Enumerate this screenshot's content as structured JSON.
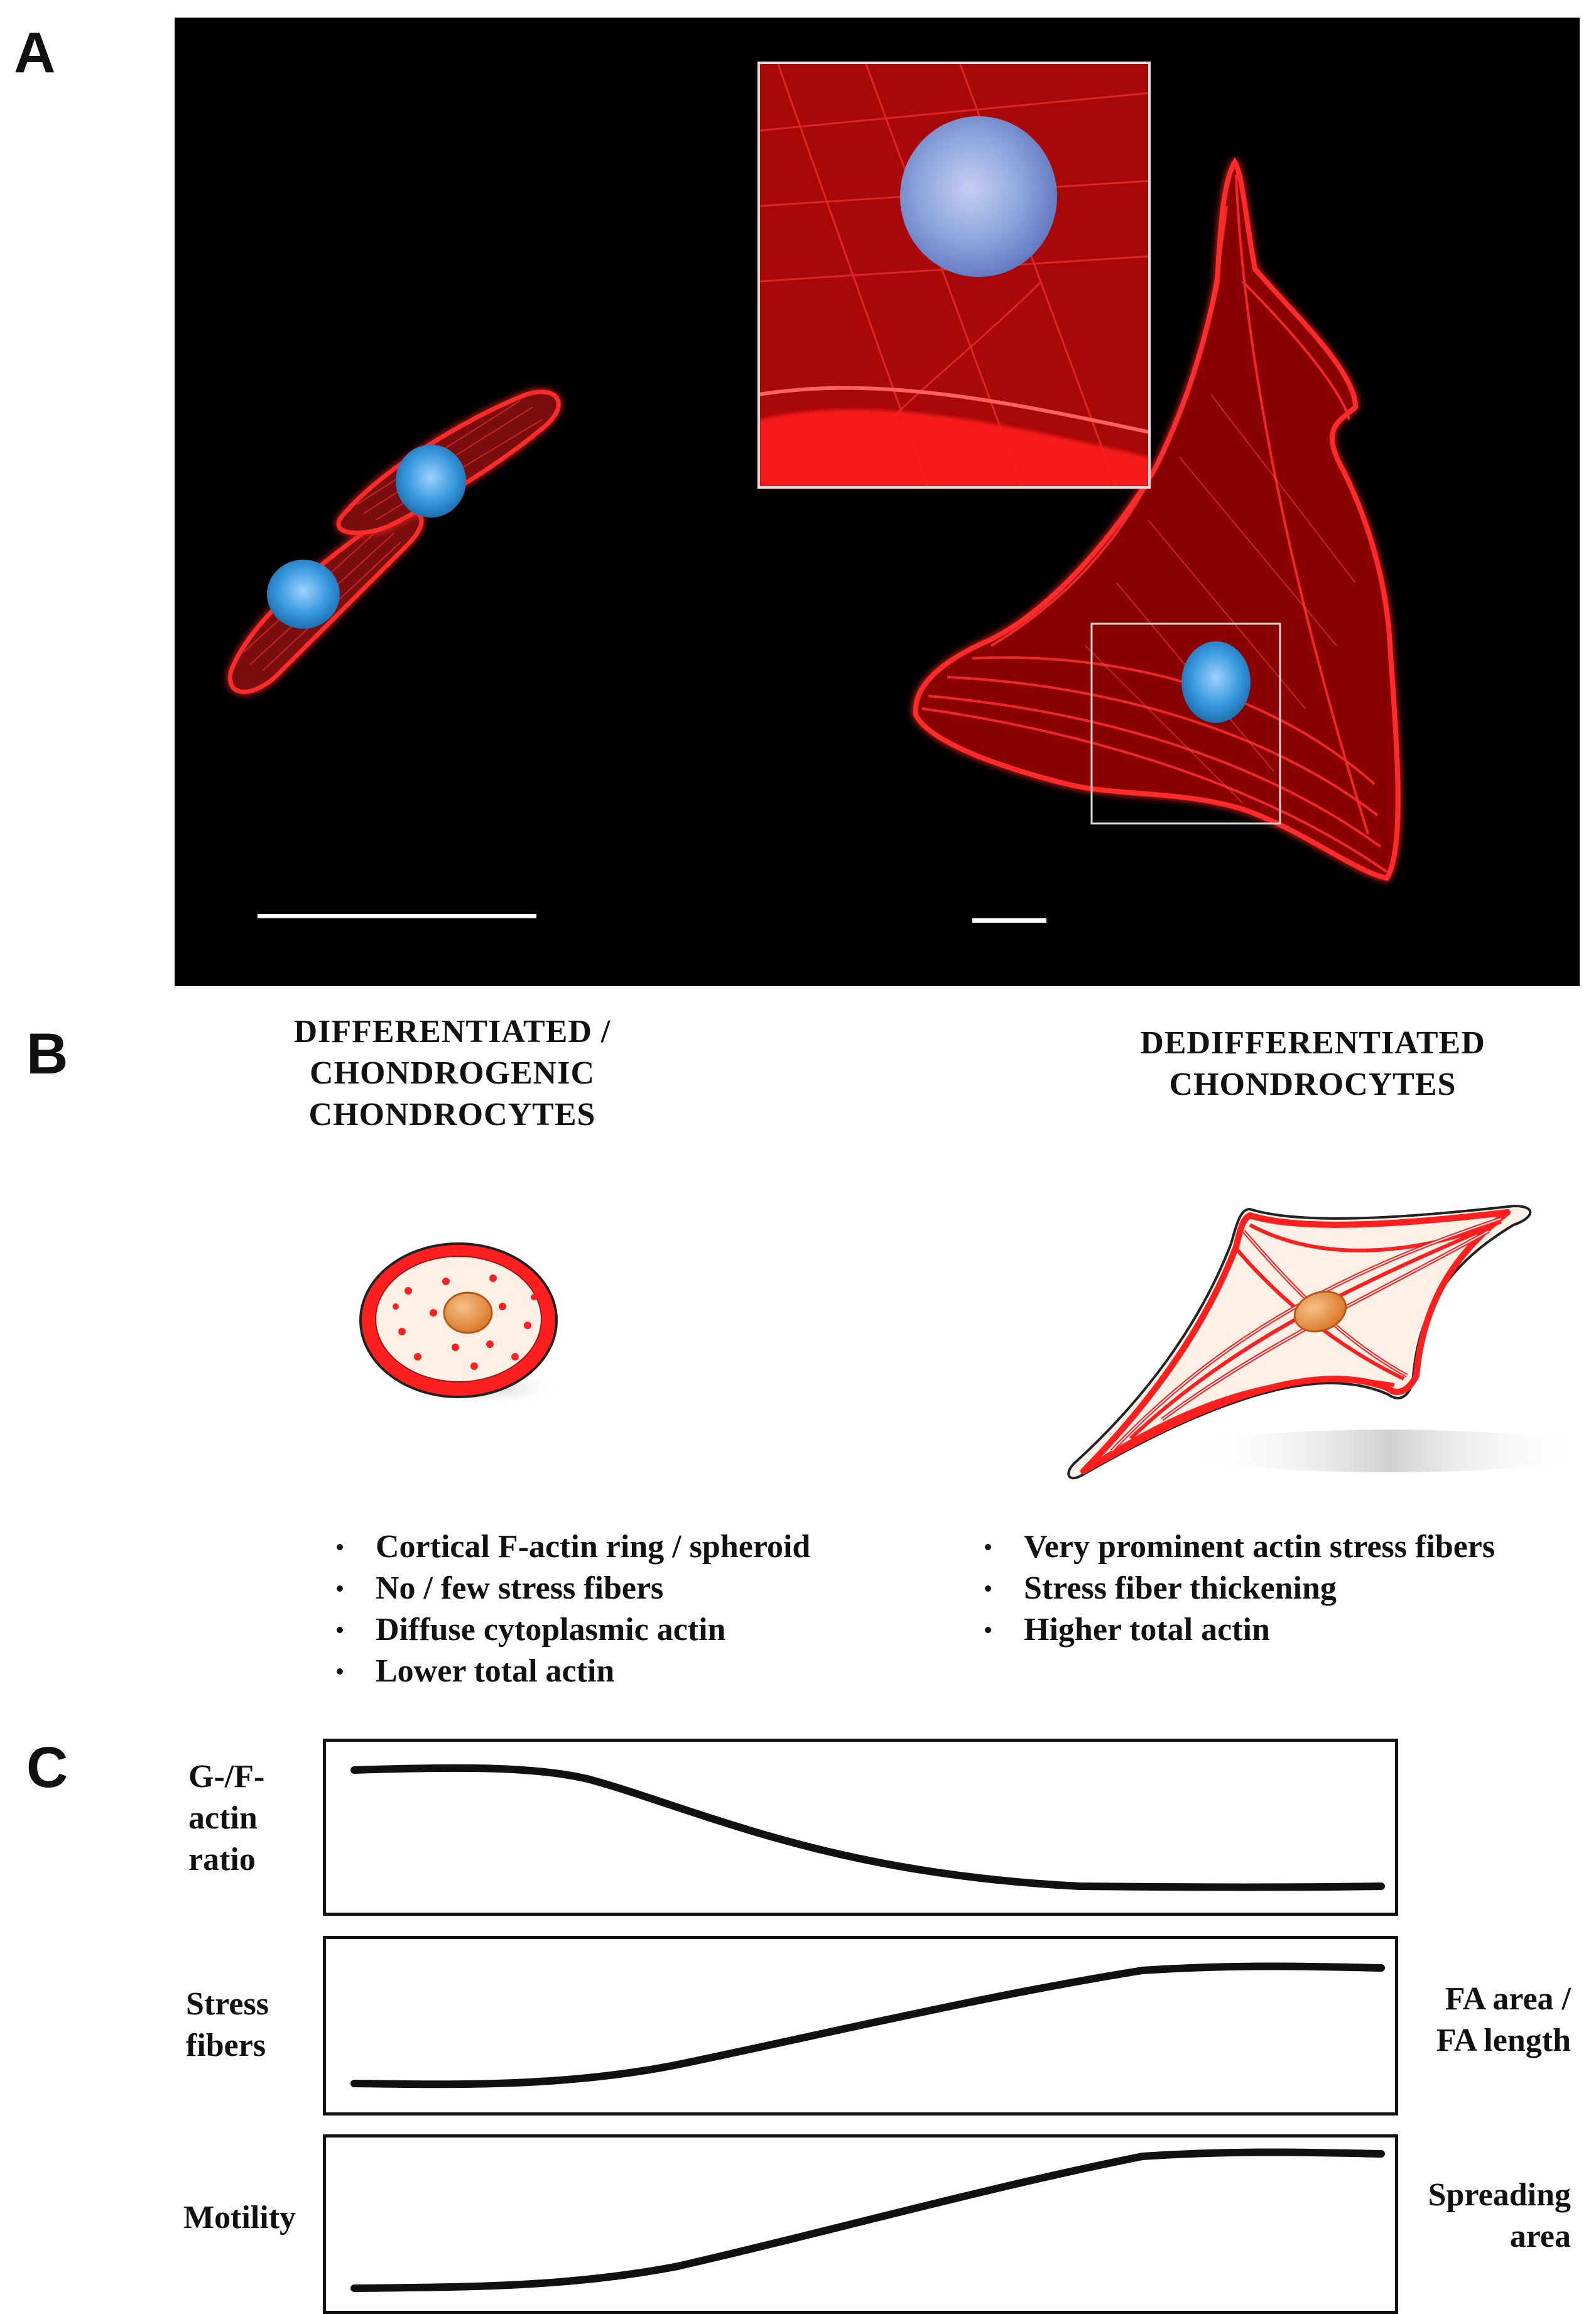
{
  "panels": {
    "a": "A",
    "b": "B",
    "c": "C"
  },
  "colors": {
    "actin": "#ff1a1a",
    "nucleus": "#3a9be0",
    "background_micrograph": "#000000",
    "curve": "#111111"
  },
  "panel_b": {
    "left_heading": [
      "DIFFERENTIATED /",
      "CHONDROGENIC",
      "CHONDROCYTES"
    ],
    "right_heading": [
      "DEDIFFERENTIATED",
      "CHONDROCYTES"
    ],
    "left_bullets": [
      "Cortical F-actin ring / spheroid",
      "No / few stress fibers",
      "Diffuse cytoplasmic actin",
      "Lower total actin"
    ],
    "right_bullets": [
      "Very prominent actin stress fibers",
      "Stress fiber thickening",
      "Higher total actin"
    ]
  },
  "panel_c": {
    "graphs": [
      {
        "left_label": [
          "G-/F-",
          "actin",
          "ratio"
        ],
        "right_label": [],
        "trend": "decreasing"
      },
      {
        "left_label": [
          "Stress",
          "fibers"
        ],
        "right_label": [
          "FA area /",
          "FA length"
        ],
        "trend": "increasing"
      },
      {
        "left_label": [
          "Motility"
        ],
        "right_label": [
          "Spreading",
          "area"
        ],
        "trend": "increasing"
      }
    ]
  }
}
